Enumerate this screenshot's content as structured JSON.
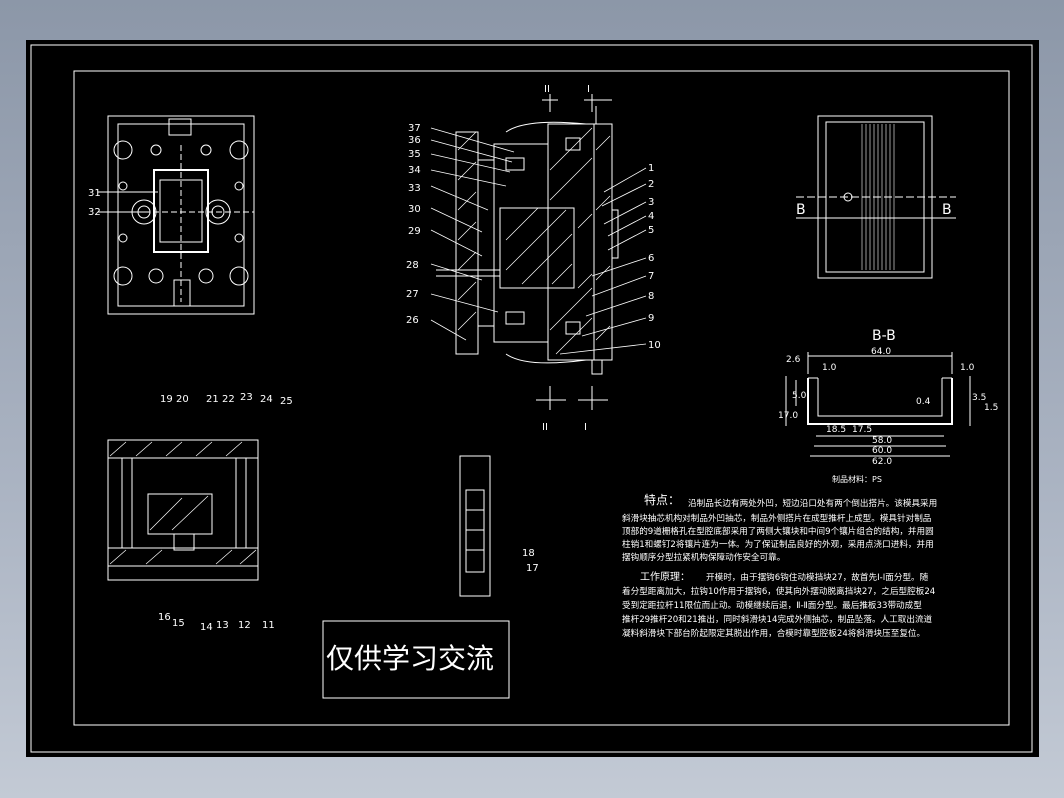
{
  "drawing": {
    "section_labels": {
      "top": [
        "II",
        "I"
      ],
      "bottom": [
        "II",
        "I"
      ],
      "bb_left": "B",
      "bb_right": "B",
      "bb_title": "B-B"
    },
    "callouts_main": [
      "1",
      "2",
      "3",
      "4",
      "5",
      "6",
      "7",
      "8",
      "9",
      "10",
      "37",
      "36",
      "35",
      "34",
      "33",
      "30",
      "29",
      "28",
      "27",
      "26"
    ],
    "callouts_plan": [
      "31",
      "32"
    ],
    "callouts_lower": [
      "19",
      "20",
      "21",
      "22",
      "23",
      "24",
      "25",
      "16",
      "15",
      "14",
      "13",
      "12",
      "11"
    ],
    "callouts_detail": [
      "18",
      "17"
    ],
    "dimensions": {
      "top_width": "64.0",
      "left_small": "1.0",
      "right_small": "1.0",
      "left_height": "2.6",
      "left_v1": "17.0",
      "left_v2": "5.0",
      "mid_v": "0.4",
      "right_v1": "3.5",
      "right_v2": "1.5",
      "inner1": "18.5",
      "inner2": "17.5",
      "w58": "58.0",
      "w60": "60.0",
      "w62": "62.0"
    },
    "material_label": "制品材料：PS",
    "notes": {
      "features_title": "特点：",
      "features_lines": [
        "沿制品长边有两处外凹，短边沿口处有两个倒出搭片。该模具采用",
        "斜滑块抽芯机构对制品外凹抽芯，制品外侧搭片在成型推杆上成型。模具针对制品",
        "顶部的9道栅格孔在型腔底部采用了两侧大镶块和中间9个镶片组合的结构，并用圆",
        "柱销1和螺钉2将镶片连为一体。为了保证制品良好的外观，采用点浇口进料，并用",
        "摆钩顺序分型拉紧机构保障动作安全可靠。"
      ],
      "principle_title": "工作原理：",
      "principle_lines": [
        "开模时，由于摆钩6钩住动模挡块27，故首先Ⅰ-Ⅰ面分型。随",
        "着分型距离加大，拉钩10作用于摆钩6，使其向外摆动脱离挡块27，之后型腔板24",
        "受到定距拉杆11限位而止动。动模继续后退，Ⅱ-Ⅱ面分型。最后推板33带动成型",
        "推杆29推杆20和21推出，同时斜滑块14完成外侧抽芯，制品坠落。人工取出流道",
        "凝料斜滑块下部台阶起限定其脱出作用，合模时靠型腔板24将斜滑块压至复位。"
      ]
    },
    "watermark": "仅供学习交流",
    "colors": {
      "line": "#ffffff",
      "background": "#000000",
      "desktop": "#9aa4b4"
    }
  }
}
